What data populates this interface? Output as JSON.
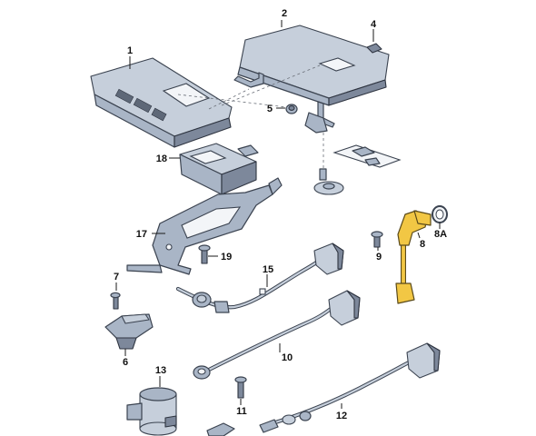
{
  "callouts": {
    "p1": "1",
    "p2": "2",
    "p4": "4",
    "p5": "5",
    "p6": "6",
    "p7": "7",
    "p8": "8",
    "p8a": "8A",
    "p9": "9",
    "p10": "10",
    "p11": "11",
    "p12": "12",
    "p13": "13",
    "p15": "15",
    "p17": "17",
    "p18": "18",
    "p19": "19"
  },
  "colors": {
    "part_fill": "#a9b5c6",
    "outline": "#3b4350",
    "highlight": "#f2c744"
  }
}
